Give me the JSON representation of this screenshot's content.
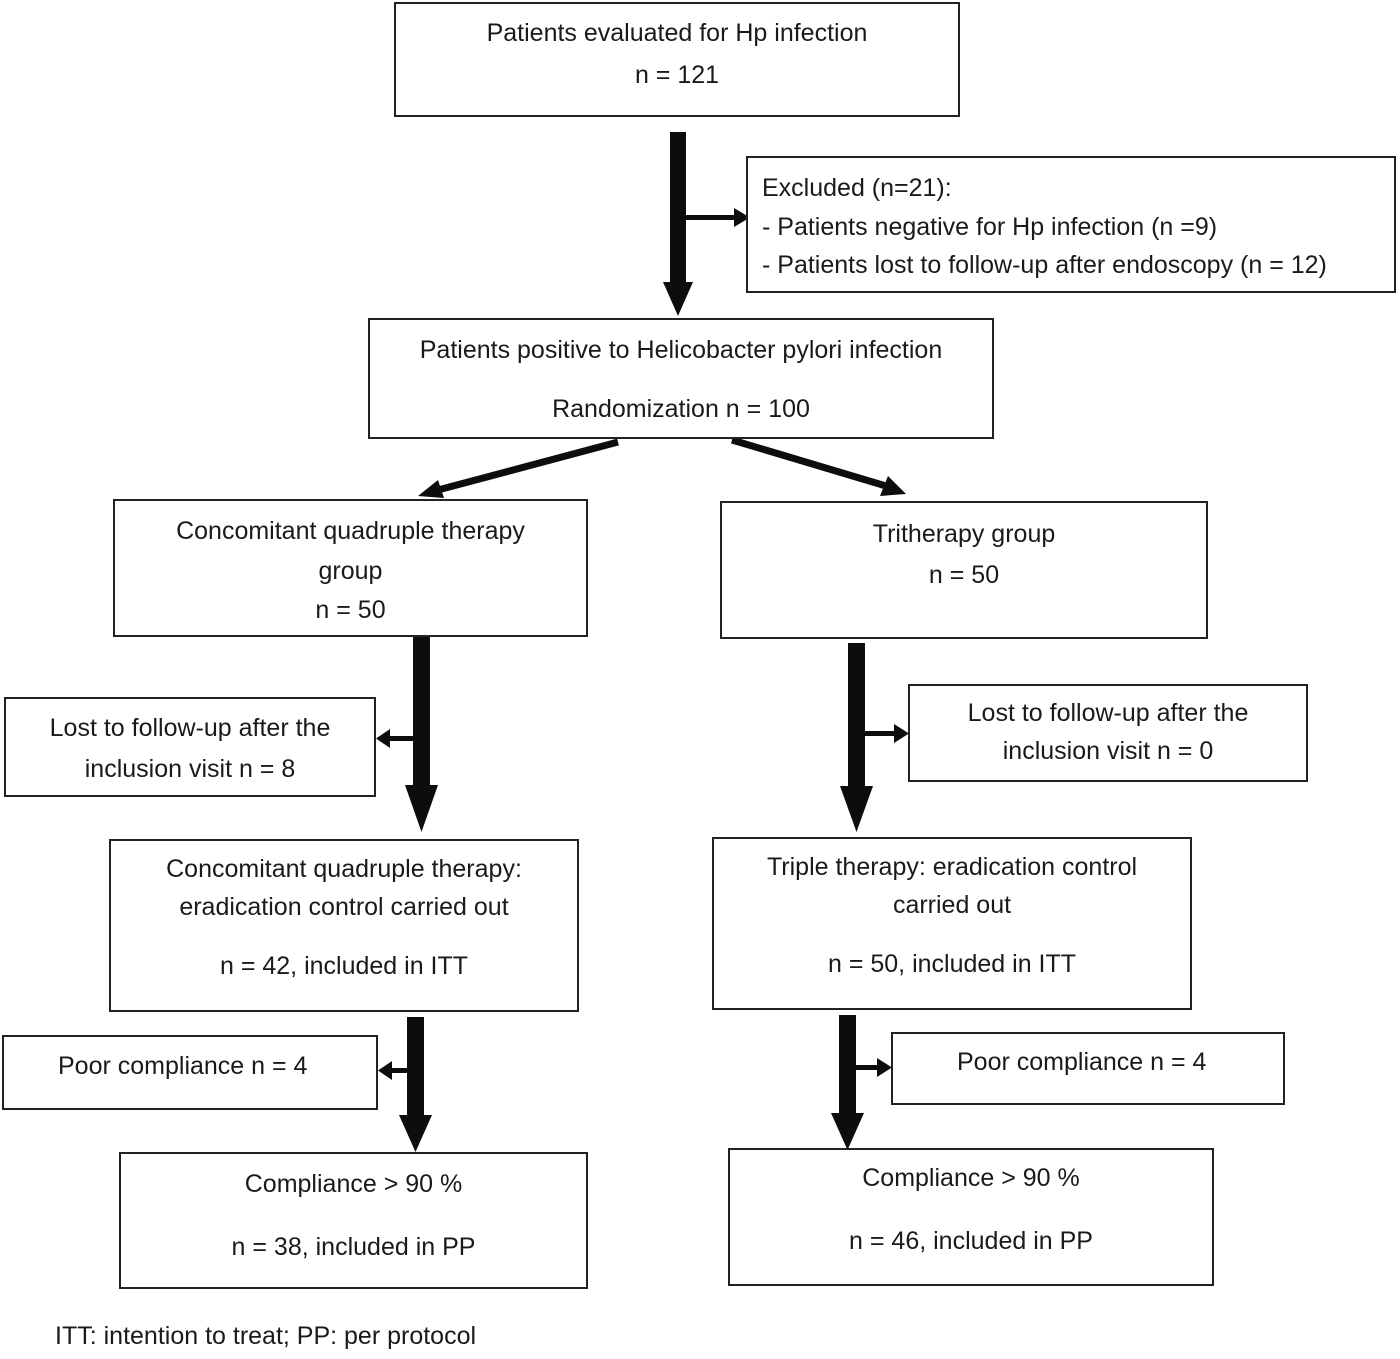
{
  "top": {
    "title": "Patients evaluated for Hp infection",
    "n": "n = 121"
  },
  "excluded": {
    "title": "Excluded (n=21):",
    "items": [
      "- Patients negative for Hp infection (n =9)",
      "- Patients lost to follow-up after endoscopy (n = 12)"
    ]
  },
  "randomization": {
    "title": "Patients positive to Helicobacter pylori infection",
    "n": "Randomization n = 100"
  },
  "left_group": {
    "line1": "Concomitant quadruple therapy",
    "line2": "group",
    "n": "n = 50"
  },
  "right_group": {
    "line1": "Tritherapy group",
    "n": "n = 50"
  },
  "left_lost": {
    "line1": "Lost to follow-up after the",
    "line2": "inclusion visit n = 8"
  },
  "right_lost": {
    "line1": "Lost to follow-up after the",
    "line2": "inclusion visit n = 0"
  },
  "left_control": {
    "line1": "Concomitant quadruple therapy:",
    "line2": "eradication control carried out",
    "n": "n = 42, included in ITT"
  },
  "right_control": {
    "line1": "Triple therapy: eradication control",
    "line2": "carried out",
    "n": "n = 50, included in ITT"
  },
  "left_poor": {
    "text": "Poor compliance n = 4"
  },
  "right_poor": {
    "text": "Poor compliance n = 4"
  },
  "left_compliance": {
    "title": "Compliance > 90 %",
    "n": "n = 38, included in PP"
  },
  "right_compliance": {
    "title": "Compliance > 90 %",
    "n": "n = 46, included in PP"
  },
  "footnote": "ITT: intention to treat; PP: per protocol"
}
